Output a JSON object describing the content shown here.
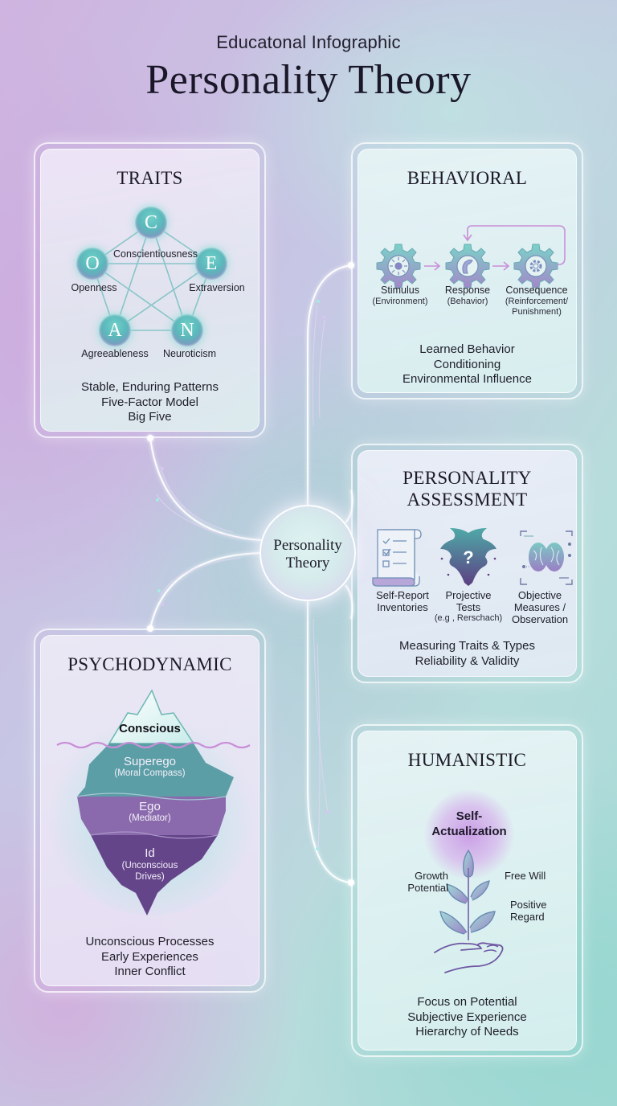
{
  "header": {
    "subtitle": "Educatonal Infographic",
    "title": "Personality Theory"
  },
  "hub": {
    "line1": "Personality",
    "line2": "Theory"
  },
  "traits": {
    "title": "TRAITS",
    "nodes": [
      {
        "letter": "C",
        "label": "Conscientiousness"
      },
      {
        "letter": "O",
        "label": "Openness"
      },
      {
        "letter": "E",
        "label": "Extraversion"
      },
      {
        "letter": "A",
        "label": "Agreeableness"
      },
      {
        "letter": "N",
        "label": "Neuroticism"
      }
    ],
    "desc": [
      "Stable, Enduring Patterns",
      "Five-Factor Model",
      "Big Five"
    ]
  },
  "behavioral": {
    "title": "BEHAVIORAL",
    "steps": [
      {
        "icon": "sun-gear-icon",
        "label": "Stimulus",
        "sub": "(Environment)"
      },
      {
        "icon": "hand-gear-icon",
        "label": "Response",
        "sub": "(Behavior)"
      },
      {
        "icon": "cog-gear-icon",
        "label": "Consequence",
        "sub1": "(Reinforcement/",
        "sub2": "Punishment)"
      }
    ],
    "desc": [
      "Learned Behavior",
      "Conditioning",
      "Environmental Influence"
    ]
  },
  "assessment": {
    "title_line1": "PERSONALITY",
    "title_line2": "ASSESSMENT",
    "items": [
      {
        "icon": "checklist-scroll-icon",
        "line1": "Self-Report",
        "line2": "Inventories"
      },
      {
        "icon": "inkblot-icon",
        "line1": "Projective",
        "line2": "Tests",
        "line3": "(e.g , Rerschach)"
      },
      {
        "icon": "brain-scan-icon",
        "line1": "Objective",
        "line2": "Measures /",
        "line3": "Observation"
      }
    ],
    "desc": [
      "Measuring Traits & Types",
      "Reliability & Validity"
    ]
  },
  "psychodynamic": {
    "title": "PSYCHODYNAMIC",
    "layers": {
      "conscious": "Conscious",
      "superego": "Superego",
      "superego_sub": "(Moral Compass)",
      "ego": "Ego",
      "ego_sub": "(Mediator)",
      "id": "Id",
      "id_sub1": "(Unconscious",
      "id_sub2": "Drives)"
    },
    "desc": [
      "Unconscious Processes",
      "Early Experiences",
      "Inner Conflict"
    ]
  },
  "humanistic": {
    "title": "HUMANISTIC",
    "peak_line1": "Self-",
    "peak_line2": "Actualization",
    "labels": {
      "growth1": "Growth",
      "growth2": "Potential",
      "freewill": "Free Will",
      "positive1": "Positive",
      "positive2": "Regard"
    },
    "desc": [
      "Focus on Potential",
      "Subjective Experience",
      "Hierarchy of Needs"
    ]
  },
  "colors": {
    "teal": "#5fc4bf",
    "purple": "#9a7ec4",
    "deep_purple": "#5e3f86",
    "arrow": "#c98fd8",
    "text": "#1c1a26"
  }
}
